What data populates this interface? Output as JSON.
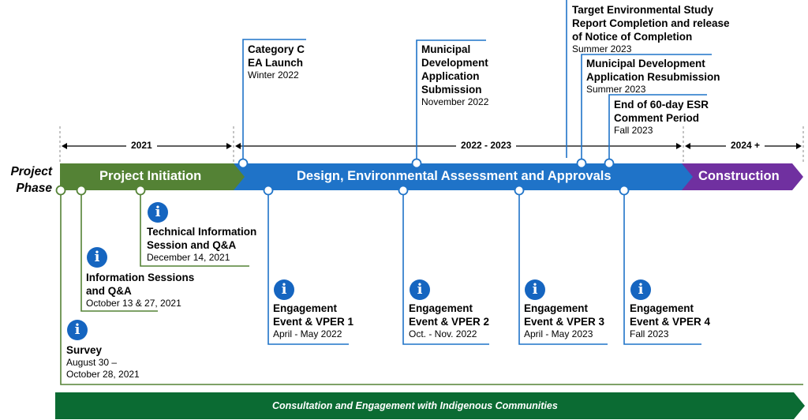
{
  "row_label": "Project Phase",
  "periods": {
    "p2021": "2021",
    "p2022_2023": "2022 - 2023",
    "p2024": "2024 +"
  },
  "phases": {
    "initiation": "Project Initiation",
    "design": "Design, Environmental Assessment and Approvals",
    "construction": "Construction"
  },
  "milestones_top": [
    {
      "title": "Category C\nEA Launch",
      "date": "Winter 2022"
    },
    {
      "title": "Municipal\nDevelopment\nApplication\nSubmission",
      "date": "November 2022"
    },
    {
      "title": "Target Environmental Study\nReport Completion and release\nof Notice of Completion",
      "date": "Summer 2023"
    },
    {
      "title": "Municipal Development\nApplication Resubmission",
      "date": "Summer 2023"
    },
    {
      "title": "End of 60-day ESR\nComment Period",
      "date": "Fall 2023"
    }
  ],
  "engagements_initiation": [
    {
      "title": "Technical Information\nSession and Q&A",
      "date": "December 14, 2021"
    },
    {
      "title": "Information Sessions\nand Q&A",
      "date": "October 13 & 27, 2021"
    },
    {
      "title": "Survey",
      "date": "August 30 –\nOctober 28, 2021"
    }
  ],
  "engagements_design": [
    {
      "title": "Engagement\nEvent & VPER 1",
      "date": "April - May 2022"
    },
    {
      "title": "Engagement\nEvent & VPER 2",
      "date": "Oct. - Nov. 2022"
    },
    {
      "title": "Engagement\nEvent & VPER 3",
      "date": "April - May 2023"
    },
    {
      "title": "Engagement\nEvent & VPER 4",
      "date": "Fall 2023"
    }
  ],
  "info_glyph": "i",
  "banner": "Consultation and Engagement with Indigenous Communities",
  "colors": {
    "initiation": "#548235",
    "design": "#1f73c8",
    "construction": "#7030a0",
    "banner": "#0b6b33",
    "info": "#1565c0"
  }
}
